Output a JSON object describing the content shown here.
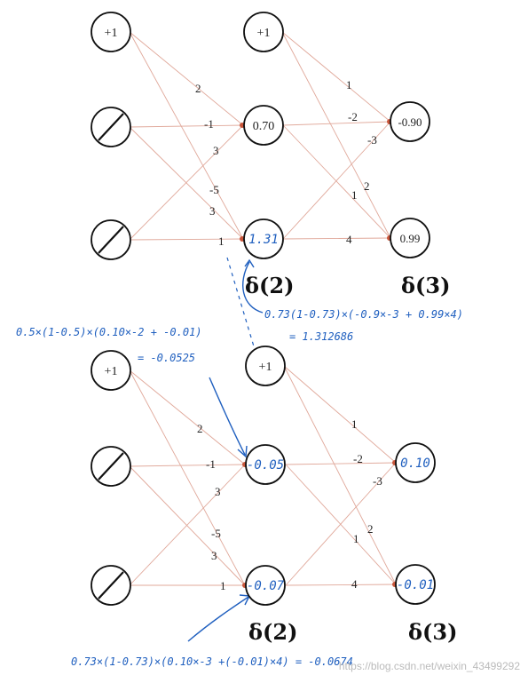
{
  "top_network": {
    "input_bias": "+1",
    "hidden_bias": "+1",
    "hidden_values": [
      "0.70",
      "1.31"
    ],
    "output_values": [
      "-0.90",
      "0.99"
    ],
    "weights_in_to_hidden": [
      "2",
      "-1",
      "3",
      "-5",
      "3",
      "1"
    ],
    "weights_hidden_to_out": [
      "1",
      "-2",
      "-3",
      "1",
      "2",
      "4"
    ],
    "delta_hidden_label": "δ(2)",
    "delta_output_label": "δ(3)"
  },
  "bottom_network": {
    "input_bias": "+1",
    "hidden_bias": "+1",
    "hidden_values": [
      "-0.05",
      "-0.07"
    ],
    "output_values": [
      "0.10",
      "-0.01"
    ],
    "weights_in_to_hidden": [
      "2",
      "-1",
      "3",
      "-5",
      "3",
      "1"
    ],
    "weights_hidden_to_out": [
      "1",
      "-2",
      "-3",
      "1",
      "2",
      "4"
    ],
    "delta_hidden_label": "δ(2)",
    "delta_output_label": "δ(3)"
  },
  "annotations": {
    "calc_top_line1": "0.73(1-0.73)×(-0.9×-3 + 0.99×4)",
    "calc_top_line2": "= 1.312686",
    "calc_left_line1": "0.5×(1-0.5)×(0.10×-2 + -0.01)",
    "calc_left_line2": "= -0.0525",
    "calc_bottom": "0.73×(1-0.73)×(0.10×-3 +(-0.01)×4) = -0.0674"
  },
  "watermark": "https://blog.csdn.net/weixin_43499292"
}
